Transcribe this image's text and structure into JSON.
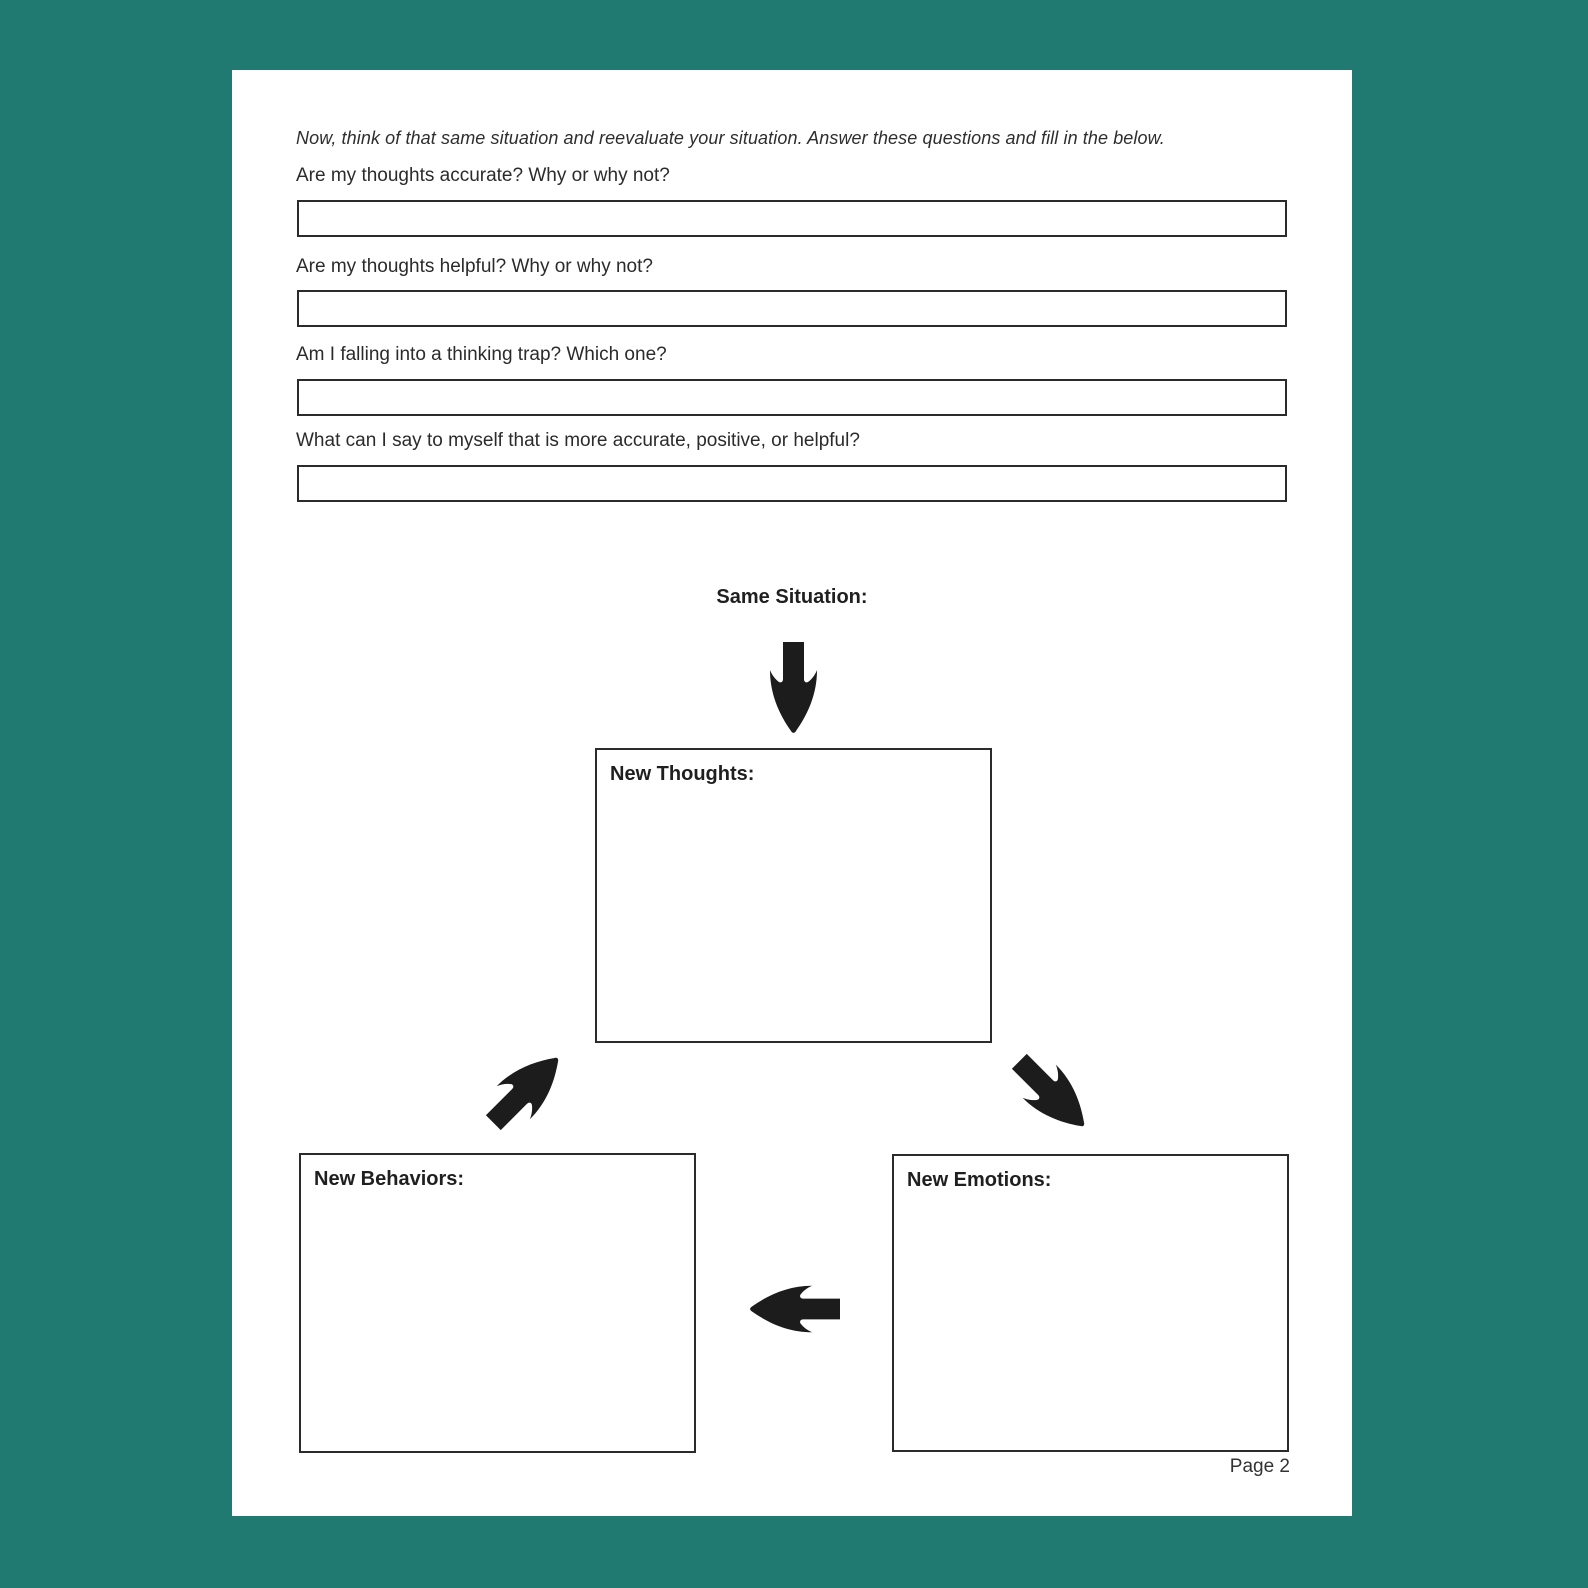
{
  "window": {
    "background_color": "#207a72",
    "paper_color": "#ffffff"
  },
  "intro": "Now, think of that same situation and reevaluate your situation. Answer these questions and fill in the below.",
  "questions": [
    {
      "label": "Are my thoughts accurate? Why or why not?",
      "value": ""
    },
    {
      "label": "Are my thoughts helpful? Why or why not?",
      "value": ""
    },
    {
      "label": "Am I falling into a thinking trap? Which one?",
      "value": ""
    },
    {
      "label": "What can I say to myself that is more accurate, positive, or helpful?",
      "value": ""
    }
  ],
  "diagram": {
    "situation_label": "Same Situation:",
    "thoughts_box_label": "New Thoughts:",
    "behaviors_box_label": "New Behaviors:",
    "emotions_box_label": "New Emotions:",
    "arrows": [
      "arrow-down",
      "arrow-up-right",
      "arrow-down-right",
      "arrow-left"
    ],
    "arrow_color": "#1c1c1c"
  },
  "footer": {
    "page_label": "Page 2"
  }
}
